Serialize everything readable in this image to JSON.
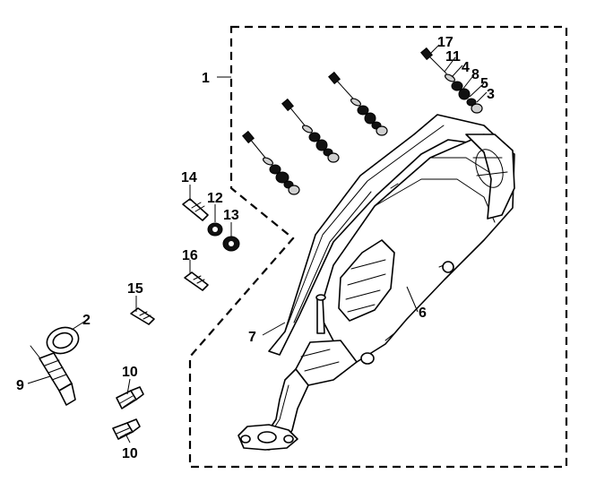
{
  "diagram": {
    "callouts": [
      {
        "id": "c1",
        "label": "1"
      },
      {
        "id": "c2",
        "label": "2"
      },
      {
        "id": "c3",
        "label": "3"
      },
      {
        "id": "c4",
        "label": "4"
      },
      {
        "id": "c5",
        "label": "5"
      },
      {
        "id": "c6",
        "label": "6"
      },
      {
        "id": "c7",
        "label": "7"
      },
      {
        "id": "c8",
        "label": "8"
      },
      {
        "id": "c9",
        "label": "9"
      },
      {
        "id": "c10a",
        "label": "10"
      },
      {
        "id": "c10b",
        "label": "10"
      },
      {
        "id": "c11",
        "label": "11"
      },
      {
        "id": "c12",
        "label": "12"
      },
      {
        "id": "c13",
        "label": "13"
      },
      {
        "id": "c14",
        "label": "14"
      },
      {
        "id": "c15",
        "label": "15"
      },
      {
        "id": "c16",
        "label": "16"
      },
      {
        "id": "c17",
        "label": "17"
      }
    ]
  }
}
